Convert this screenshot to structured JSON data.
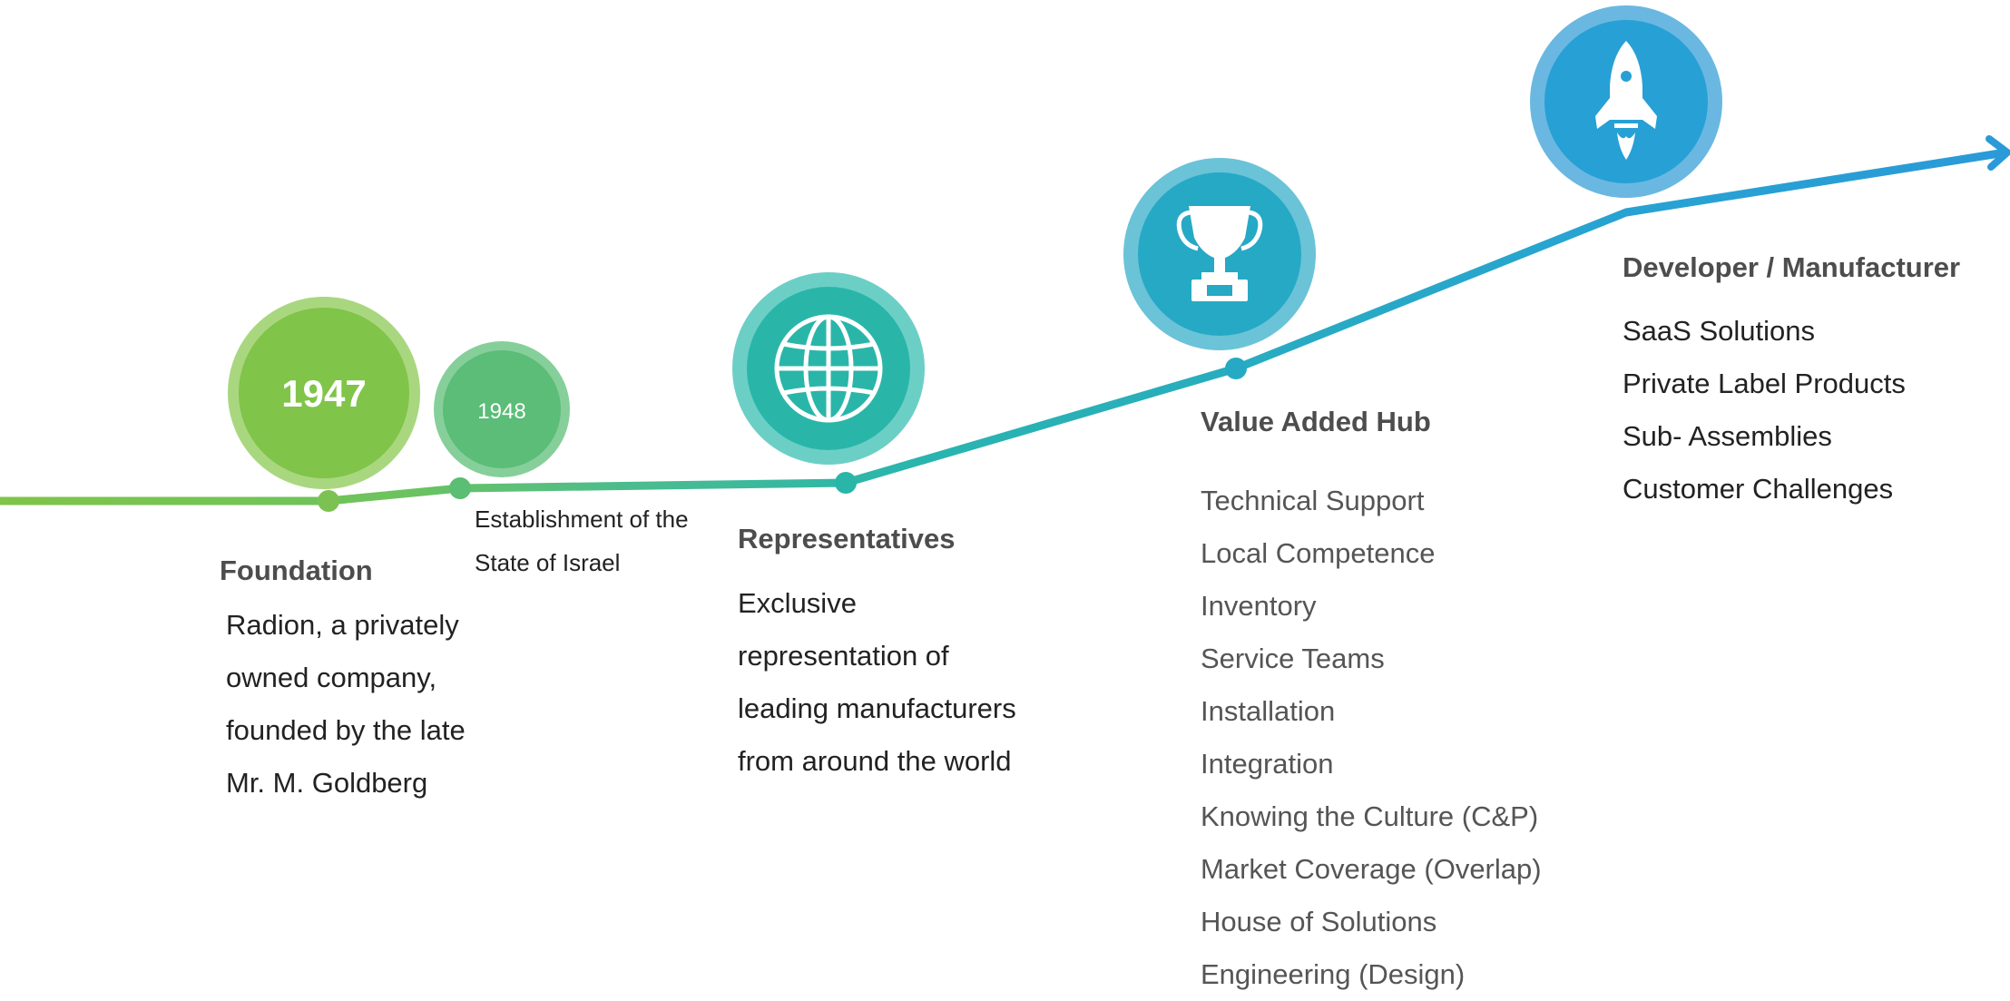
{
  "colors": {
    "green": "#80c449",
    "green_light": "#a9d77f",
    "green_mid": "#5bbd77",
    "green_mid_light": "#86cf9a",
    "teal": "#29b6a9",
    "teal_light": "#6ccfc6",
    "blue_teal": "#26a9c5",
    "blue_teal_light": "#6bc3d8",
    "blue": "#27a0d6",
    "blue_light": "#6ab8e1",
    "heading": "#4d4d4d",
    "text": "#222222"
  },
  "milestones": [
    {
      "id": "foundation",
      "circle_label": "1947",
      "heading": "Foundation",
      "body": [
        "Radion, a privately",
        "owned company,",
        "founded by the late",
        "Mr. M. Goldberg"
      ]
    },
    {
      "id": "israel",
      "circle_label": "1948",
      "body": [
        "Establishment of the",
        "State of Israel"
      ]
    },
    {
      "id": "representatives",
      "icon": "globe-icon",
      "heading": "Representatives",
      "body": [
        "Exclusive",
        "representation of",
        "leading manufacturers",
        "from around the world"
      ]
    },
    {
      "id": "value-added-hub",
      "icon": "trophy-icon",
      "heading": "Value Added Hub",
      "items": [
        "Technical Support",
        "Local Competence",
        "Inventory",
        "Service Teams",
        "Installation",
        "Integration",
        "Knowing the Culture (C&P)",
        "Market Coverage (Overlap)",
        "House of Solutions",
        "Engineering (Design)"
      ]
    },
    {
      "id": "developer",
      "icon": "rocket-icon",
      "heading": "Developer / Manufacturer",
      "items": [
        "SaaS Solutions",
        "Private Label Products",
        "Sub- Assemblies",
        "Customer Challenges"
      ]
    }
  ]
}
